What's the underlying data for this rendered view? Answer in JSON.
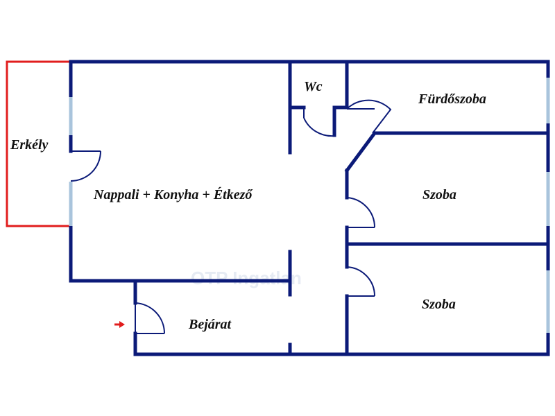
{
  "rooms": {
    "balcony": "Erkély",
    "living": "Nappali + Konyha + Étkező",
    "wc": "Wc",
    "bathroom": "Fürdőszoba",
    "room1": "Szoba",
    "room2": "Szoba",
    "entrance": "Bejárat"
  },
  "watermark": "OTP Ingatlan",
  "colors": {
    "wall": "#0b1a78",
    "balcony_outline": "#e11d1d",
    "window": "#a9c4dc",
    "entry_arrow": "#e11d1d"
  },
  "icons": {
    "entry": "arrow-right-icon"
  }
}
